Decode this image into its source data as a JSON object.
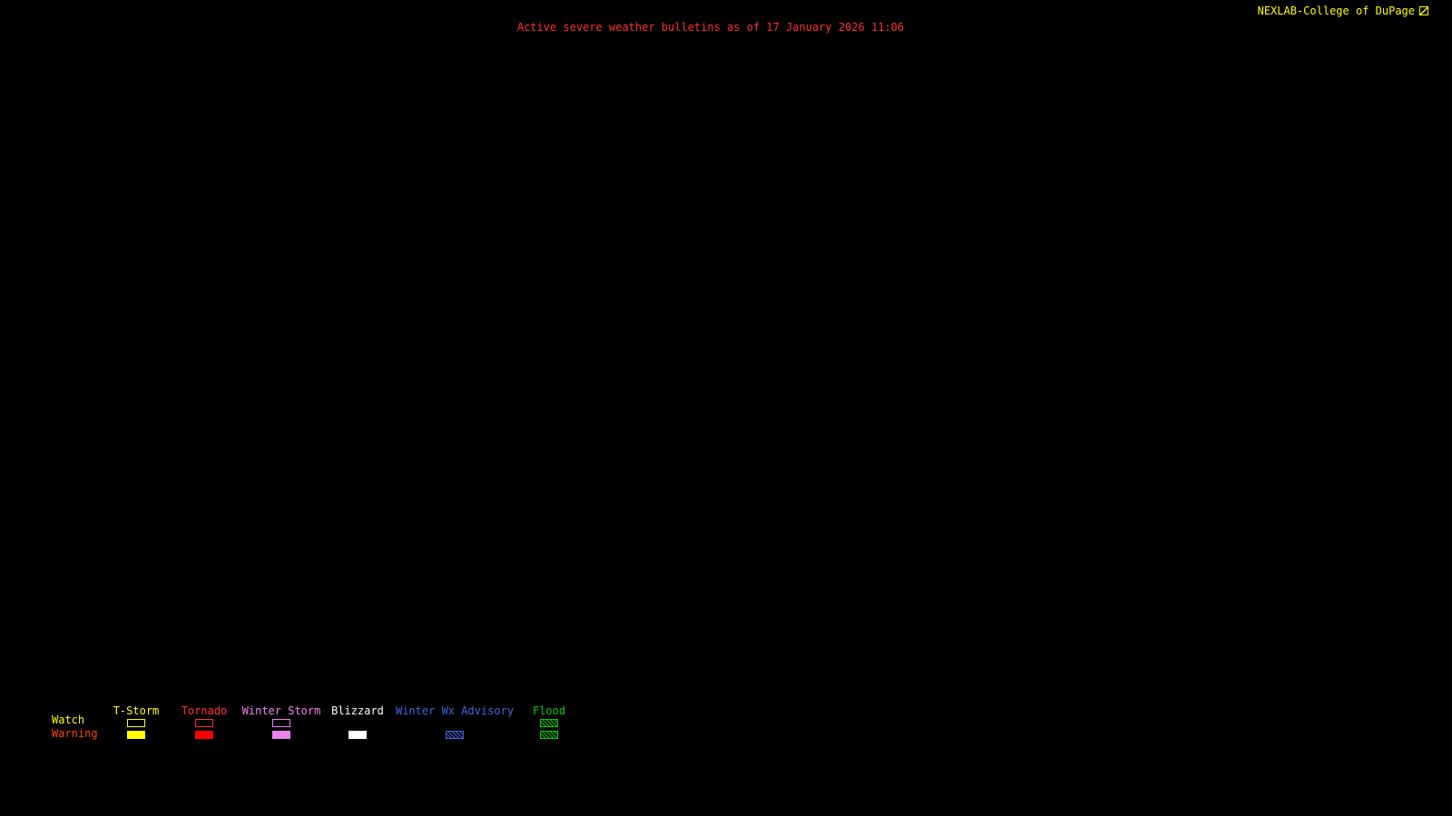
{
  "header": {
    "title": "Active severe weather bulletins as of 17 January 2026 11:06",
    "title_color": "#ff3030",
    "branding": "NEXLAB-College of DuPage",
    "branding_color": "#ffff00"
  },
  "legend": {
    "row_labels": [
      {
        "label": "Watch",
        "color": "#ffff00"
      },
      {
        "label": "Warning",
        "color": "#ff4500"
      }
    ],
    "columns": [
      {
        "label": "T-Storm",
        "color": "#ffff00",
        "watch": {
          "style": "outline",
          "color": "#ffff00"
        },
        "warning": {
          "style": "fill",
          "color": "#ffff00"
        }
      },
      {
        "label": "Tornado",
        "color": "#ff3030",
        "watch": {
          "style": "outline",
          "color": "#ff3030"
        },
        "warning": {
          "style": "fill",
          "color": "#ff0000"
        }
      },
      {
        "label": "Winter Storm",
        "color": "#ee82ee",
        "watch": {
          "style": "outline",
          "color": "#ee82ee"
        },
        "warning": {
          "style": "fill",
          "color": "#ee82ee"
        }
      },
      {
        "label": "Blizzard",
        "color": "#ffffff",
        "watch": {
          "style": "none",
          "color": "#ffffff"
        },
        "warning": {
          "style": "fill",
          "color": "#ffffff"
        }
      },
      {
        "label": "Winter Wx Advisory",
        "color": "#4169e1",
        "watch": {
          "style": "none",
          "color": "#4169e1"
        },
        "warning": {
          "style": "hatch",
          "color": "#4169e1"
        }
      },
      {
        "label": "Flood",
        "color": "#00cc00",
        "watch": {
          "style": "hatch",
          "color": "#00cc00"
        },
        "warning": {
          "style": "hatch",
          "color": "#00cc00"
        }
      }
    ]
  }
}
